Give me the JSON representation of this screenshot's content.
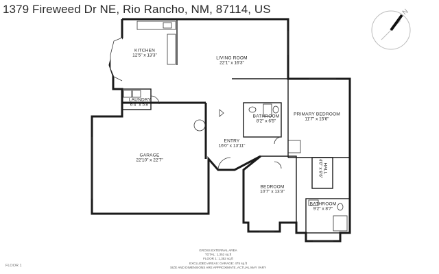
{
  "address": "1379 Fireweed Dr NE, Rio Rancho, NM, 87114, US",
  "rooms": {
    "kitchen": {
      "name": "KITCHEN",
      "dims": "12'5\" x 13'3\""
    },
    "living_room": {
      "name": "LIVING ROOM",
      "dims": "22'1\" x 16'3\""
    },
    "laundry": {
      "name": "LAUNDRY",
      "dims": "6'4\" x 5'8\""
    },
    "bathroom_1": {
      "name": "BATHROOM",
      "dims": "8'2\" x 6'5\""
    },
    "primary_bedroom": {
      "name": "PRIMARY BEDROOM",
      "dims": "11'7\" x 15'6\""
    },
    "garage": {
      "name": "GARAGE",
      "dims": "22'10\" x 22'7\""
    },
    "entry": {
      "name": "ENTRY",
      "dims": "16'0\" x 13'11\""
    },
    "hall": {
      "name": "HALL",
      "dims": "4'0\" x 9'6\""
    },
    "bedroom": {
      "name": "BEDROOM",
      "dims": "10'7\" x 13'3\""
    },
    "bathroom_2": {
      "name": "BATHROOM",
      "dims": "9'2\" x 8'7\""
    }
  },
  "area_summary": {
    "heading": "GROSS EXTERNAL AREA",
    "total": "TOTAL: 1,352 sq.ft",
    "floor": "FLOOR 1: 1,352 sq.ft",
    "excluded": "EXCLUDED AREAS: GARAGE: 475 sq.ft",
    "disclaimer": "SIZE AND DIMENSIONS ARE APPROXIMATE, ACTUAL MAY VARY"
  },
  "floor_label": "FLOOR 1",
  "compass": {
    "letter": "N"
  },
  "colors": {
    "wall": "#1a1a1a",
    "text": "#222222",
    "background": "#ffffff"
  }
}
